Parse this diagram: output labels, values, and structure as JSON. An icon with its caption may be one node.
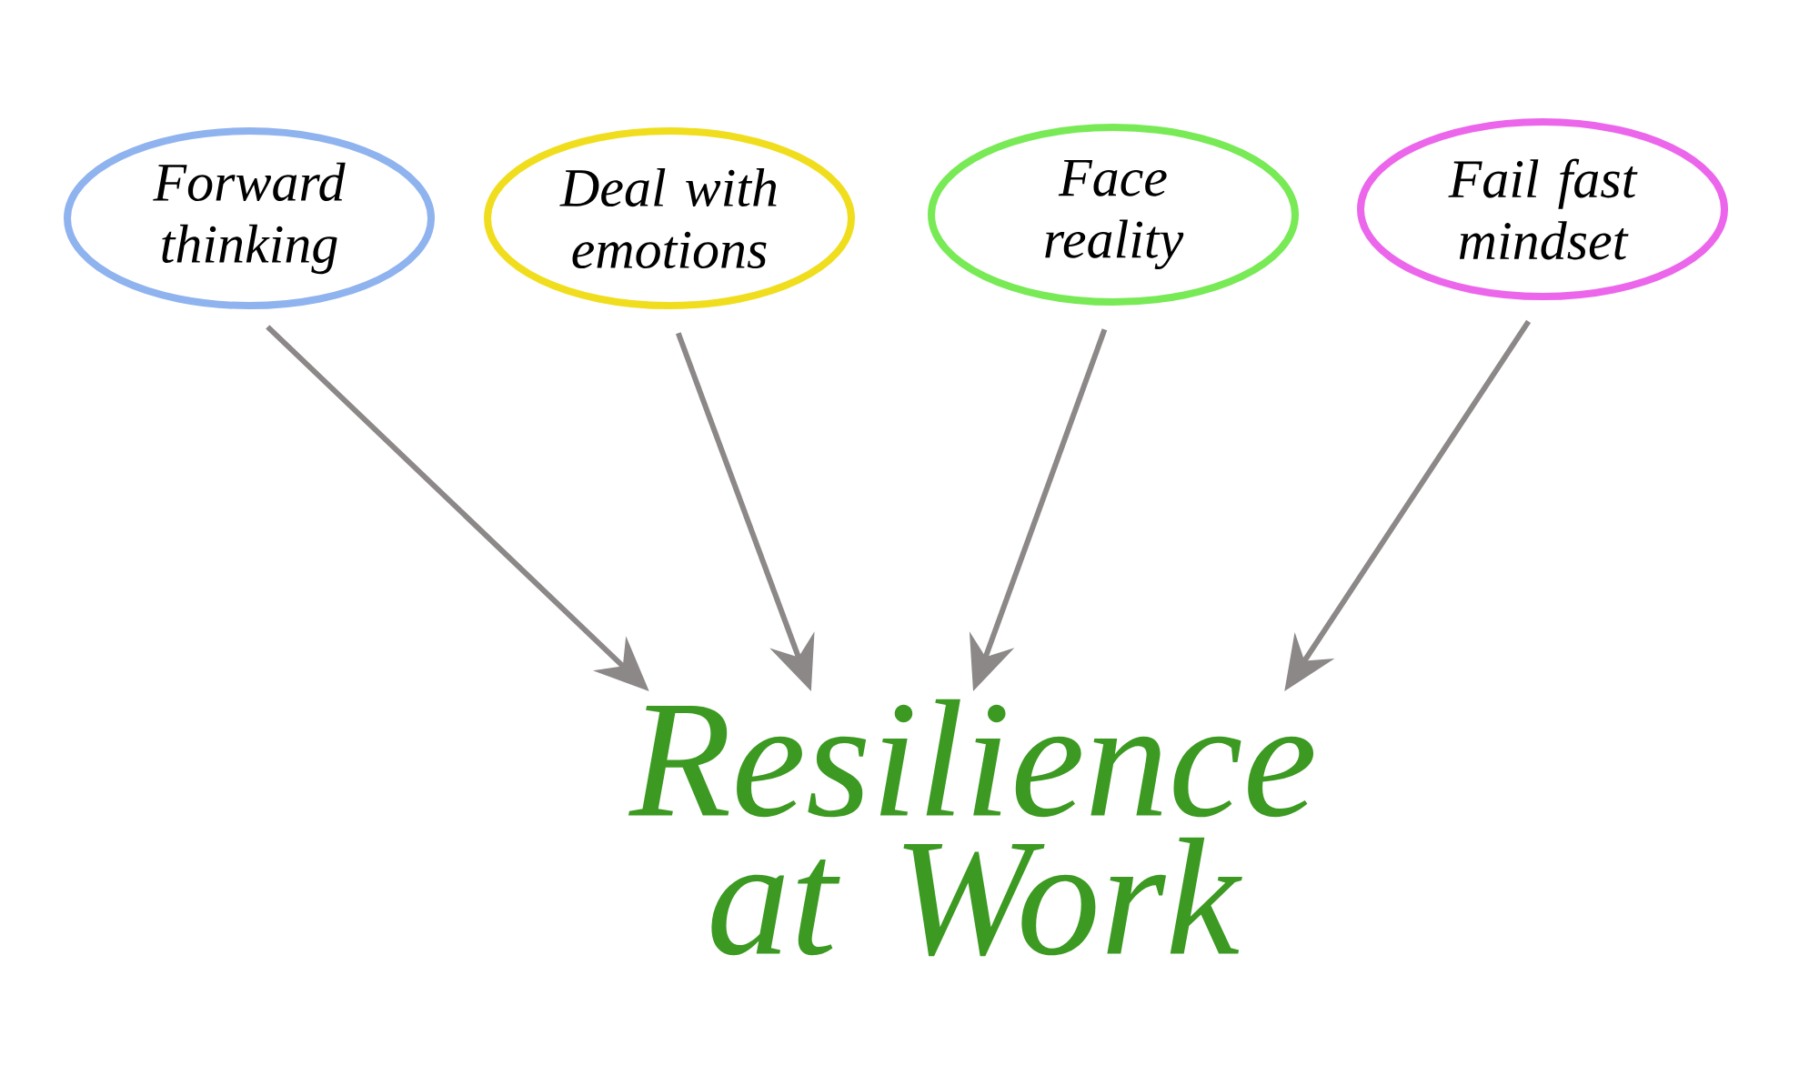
{
  "diagram": {
    "nodes": [
      {
        "text": [
          "Forward thinking"
        ]
      },
      {
        "text": [
          "Deal with emotions"
        ]
      },
      {
        "text": [
          "Face reality"
        ]
      },
      {
        "text": [
          "Fail fast mindset"
        ]
      },
      {
        "text": [
          "Resilience at Work"
        ]
      }
    ],
    "edges": [
      {
        "from": 0,
        "to": 4,
        "arrow": "to"
      },
      {
        "from": 1,
        "to": 4,
        "arrow": "to"
      },
      {
        "from": 2,
        "to": 4,
        "arrow": "to"
      },
      {
        "from": 3,
        "to": 4,
        "arrow": "to"
      }
    ]
  }
}
